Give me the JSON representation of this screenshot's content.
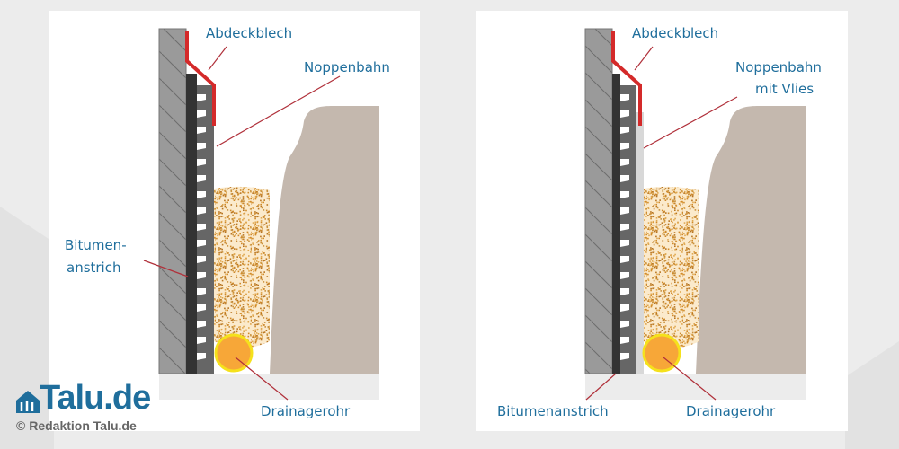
{
  "left_panel": {
    "labels": {
      "cover": "Abdeckblech",
      "membrane": "Noppenbahn",
      "bitumen_1": "Bitumen-",
      "bitumen_2": "anstrich",
      "drain": "Drainagerohr"
    }
  },
  "right_panel": {
    "labels": {
      "cover": "Abdeckblech",
      "membrane_1": "Noppenbahn",
      "membrane_2": "mit Vlies",
      "bitumen": "Bitumenanstrich",
      "drain": "Drainagerohr"
    }
  },
  "logo": {
    "name": "Talu.de",
    "credit": "© Redaktion Talu.de"
  },
  "colors": {
    "label": "#1f6e9c",
    "flashing": "#d42a2a",
    "pipe": "#f7a738",
    "pipe_ring": "#f5e11c",
    "soil": "#c4b8ae",
    "gravel": "#d99a3c"
  }
}
